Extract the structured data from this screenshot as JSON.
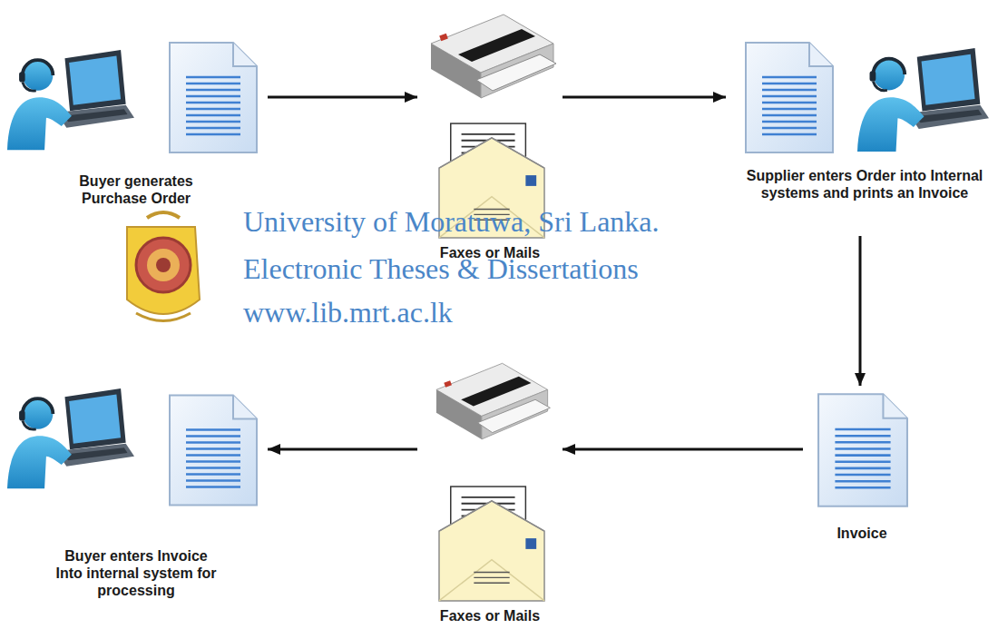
{
  "diagram": {
    "nodes": [
      {
        "text": [
          "Buyer generates Purchase Order"
        ]
      },
      {
        "text": [
          "Faxes or Mails"
        ]
      },
      {
        "text": [
          "Supplier enters Order into Internal systems and prints an Invoice"
        ]
      },
      {
        "text": [
          "Invoice"
        ]
      },
      {
        "text": [
          "Faxes or Mails"
        ]
      },
      {
        "text": [
          "Buyer enters Invoice Into internal system for processing"
        ]
      }
    ],
    "edges": [
      {
        "from": 0,
        "to": 1,
        "arrow": "to"
      },
      {
        "from": 1,
        "to": 2,
        "arrow": "to"
      },
      {
        "from": 2,
        "to": 3,
        "arrow": "to"
      },
      {
        "from": 3,
        "to": 4,
        "arrow": "to"
      },
      {
        "from": 4,
        "to": 5,
        "arrow": "to"
      }
    ],
    "labels": [
      "University of Moratuwa, Sri Lanka.",
      "Electronic Theses & Dissertations",
      "www.lib.mrt.ac.lk"
    ]
  }
}
